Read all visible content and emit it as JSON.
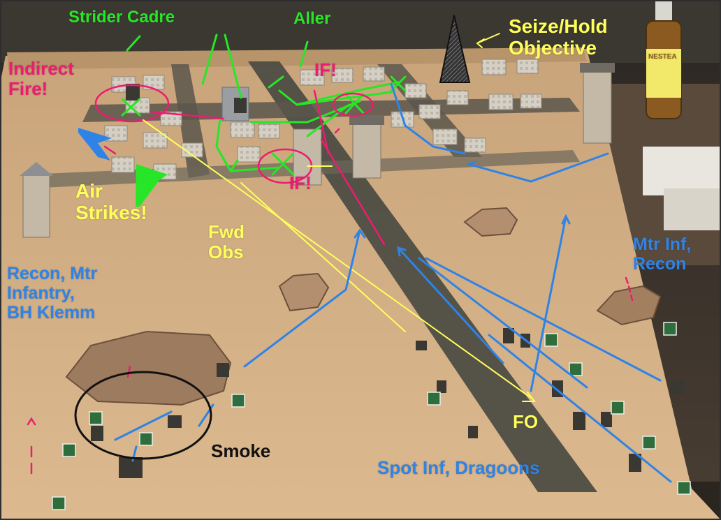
{
  "colors": {
    "green": "#27e627",
    "pink": "#ec1c70",
    "yellow": "#ffff5a",
    "blue": "#2f83e6",
    "black": "#111111",
    "table": "#d7b48a",
    "road": "#4a4a42"
  },
  "labels": {
    "strider_cadre": "Strider Cadre",
    "aller": "Aller",
    "seize_hold": [
      "Seize/Hold",
      "Objective"
    ],
    "indirect_fire": [
      "Indirect",
      "Fire!"
    ],
    "if_top": "IF!",
    "if_bottom": "IF!",
    "air_strikes": [
      "Air",
      "Strikes!"
    ],
    "fwd_obs": [
      "Fwd",
      "Obs"
    ],
    "recon_left": [
      "Recon, Mtr",
      "Infantry,",
      "BH Klemm"
    ],
    "mtr_inf_recon": [
      "Mtr Inf,",
      "Recon"
    ],
    "fo": "FO",
    "smoke": "Smoke",
    "spot_inf": "Spot Inf, Dragoons"
  },
  "product_label": "NESTEA"
}
